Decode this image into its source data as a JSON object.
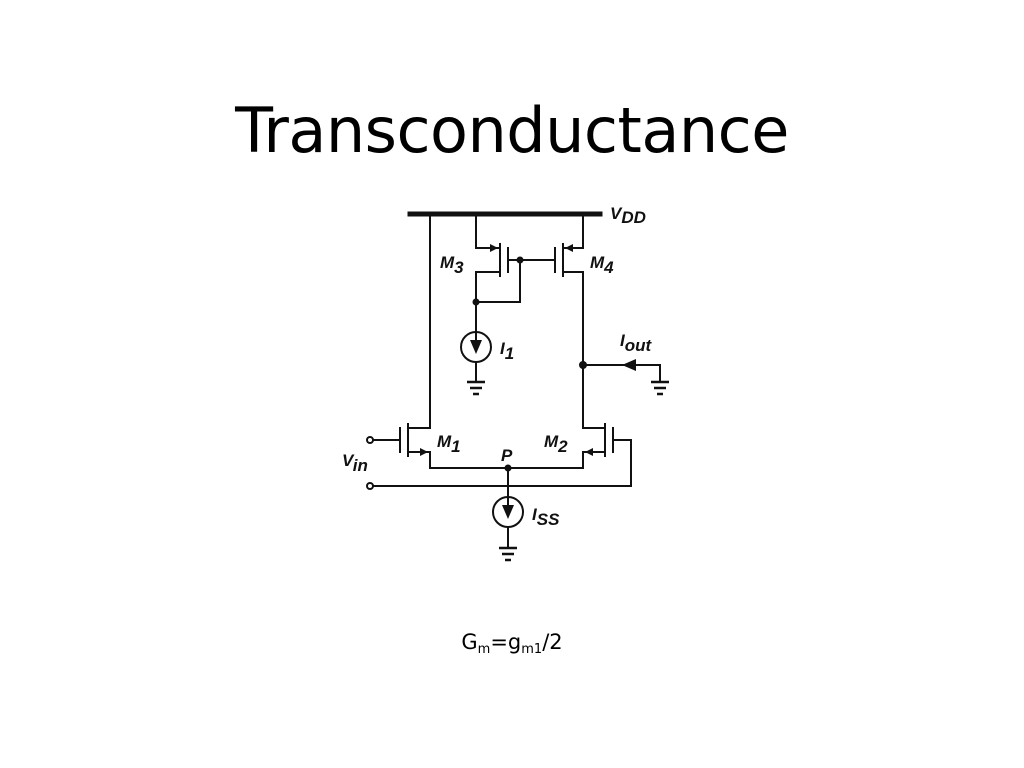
{
  "slide": {
    "title": "Transconductance"
  },
  "circuit": {
    "labels": {
      "vdd": "V",
      "vdd_sub": "DD",
      "m1": "M",
      "m1_sub": "1",
      "m2": "M",
      "m2_sub": "2",
      "m3": "M",
      "m3_sub": "3",
      "m4": "M",
      "m4_sub": "4",
      "i1": "I",
      "i1_sub": "1",
      "iss": "I",
      "iss_sub": "SS",
      "iout": "I",
      "iout_sub": "out",
      "vin": "V",
      "vin_sub": "in",
      "p": "P"
    }
  },
  "formula": {
    "G": "G",
    "G_sub": "m",
    "eq": "=",
    "g": "g",
    "g_sub": "m1",
    "tail": "/2"
  }
}
